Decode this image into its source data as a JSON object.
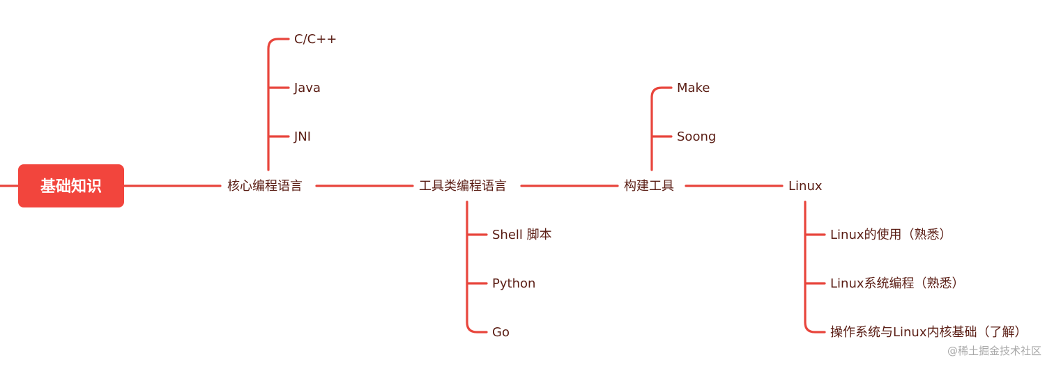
{
  "mindmap": {
    "root": "基础知识",
    "chain": [
      {
        "label": "核心编程语言",
        "children_side": "up",
        "children": [
          "C/C++",
          "Java",
          "JNI"
        ]
      },
      {
        "label": "工具类编程语言",
        "children_side": "down",
        "children": [
          "Shell 脚本",
          "Python",
          "Go"
        ]
      },
      {
        "label": "构建工具",
        "children_side": "up",
        "children": [
          "Make",
          "Soong"
        ]
      },
      {
        "label": "Linux",
        "children_side": "down",
        "children": [
          "Linux的使用（熟悉）",
          "Linux系统编程（熟悉）",
          "操作系统与Linux内核基础（了解）"
        ]
      }
    ],
    "colors": {
      "accent": "#f2453d",
      "line": "#e8453c",
      "node_text": "#5a1d14",
      "root_text": "#ffffff"
    }
  },
  "watermark": "@稀土掘金技术社区"
}
